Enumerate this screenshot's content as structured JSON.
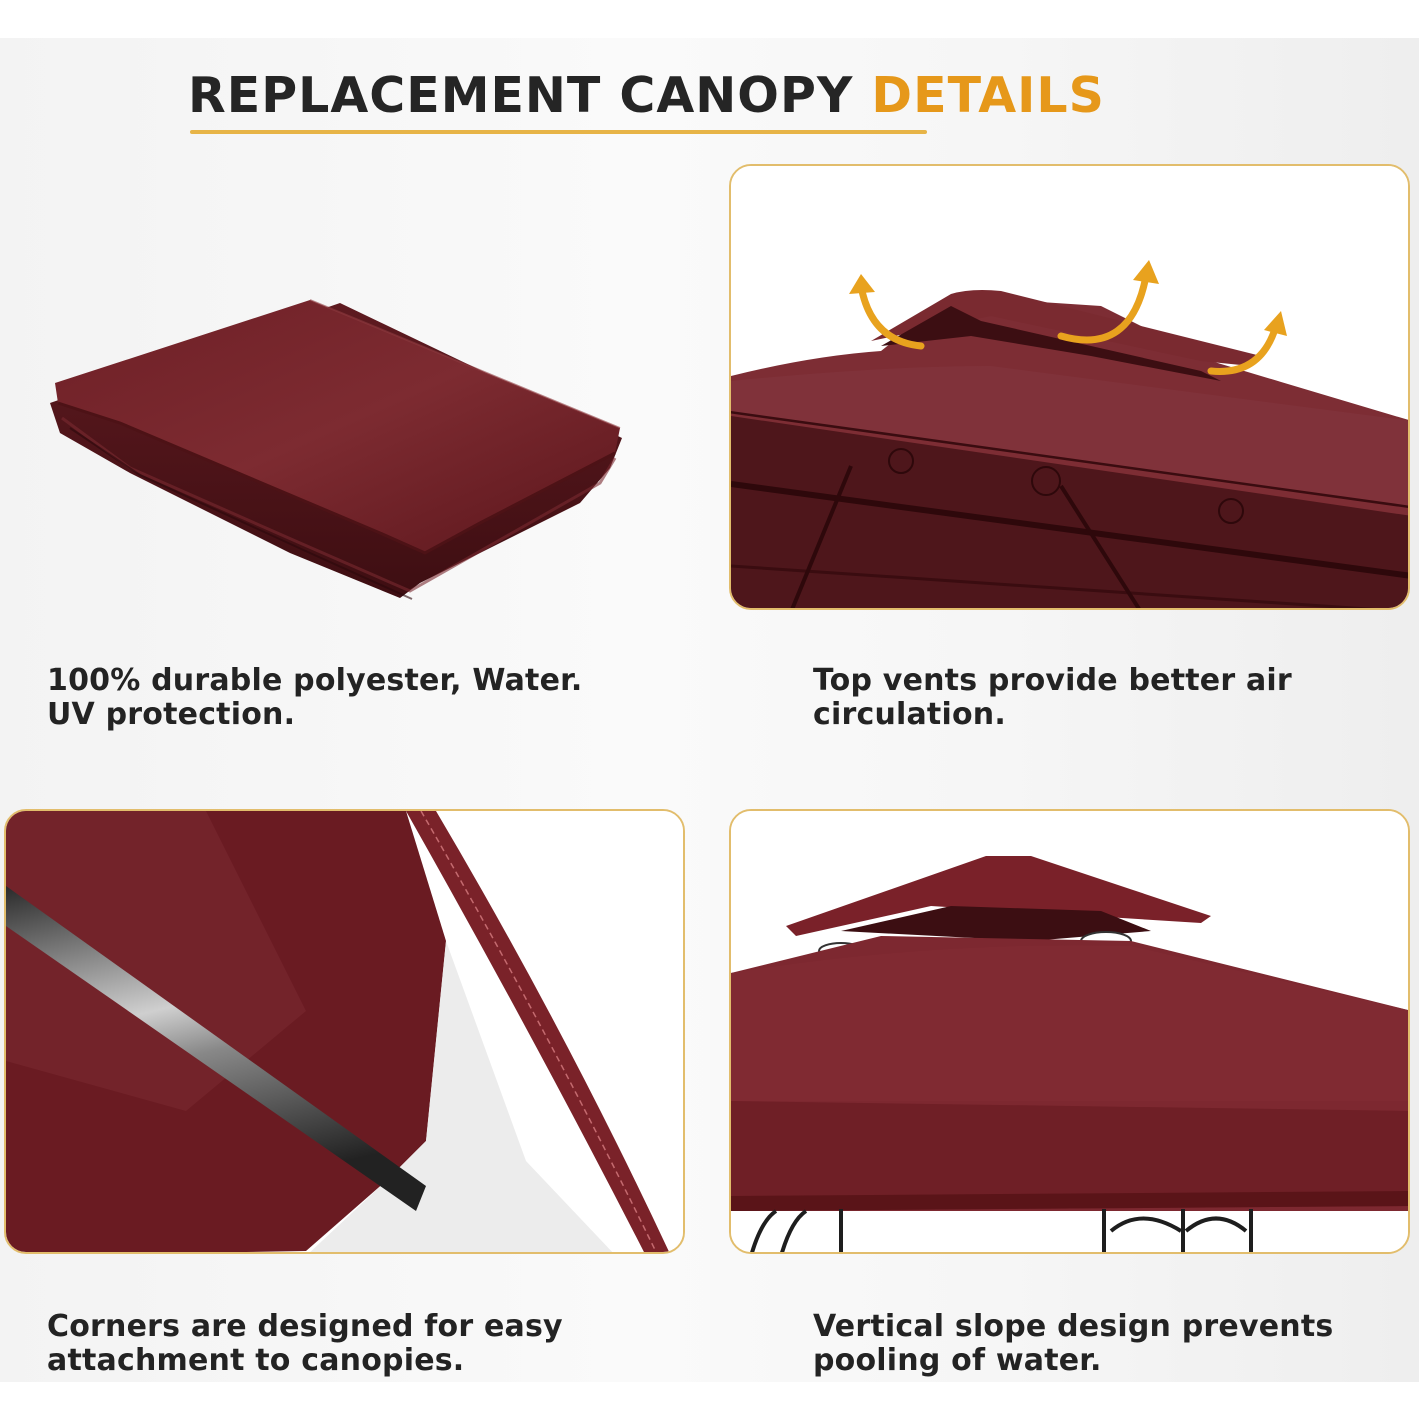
{
  "header": {
    "title_dark": "REPLACEMENT CANOPY ",
    "title_accent": "DETAILS",
    "accent_color": "#e6981a",
    "underline_color": "#e7b447"
  },
  "features": [
    {
      "image": "folded-canopy-fabric",
      "caption_line1": "100% durable polyester, Water.",
      "caption_line2": "UV protection."
    },
    {
      "image": "canopy-top-vents-with-arrows",
      "caption_line1": "Top vents provide better air",
      "caption_line2": "circulation."
    },
    {
      "image": "canopy-corner-with-pole",
      "caption_line1": "Corners are designed for easy",
      "caption_line2": "attachment to canopies."
    },
    {
      "image": "double-tier-gazebo-canopy",
      "caption_line1": "Vertical slope design prevents",
      "caption_line2": "pooling of water."
    }
  ],
  "colors": {
    "canopy_red": "#7a2a30",
    "canopy_dark": "#4a1418",
    "card_border": "#e2bd6c",
    "arrow_orange": "#e8a21e"
  }
}
